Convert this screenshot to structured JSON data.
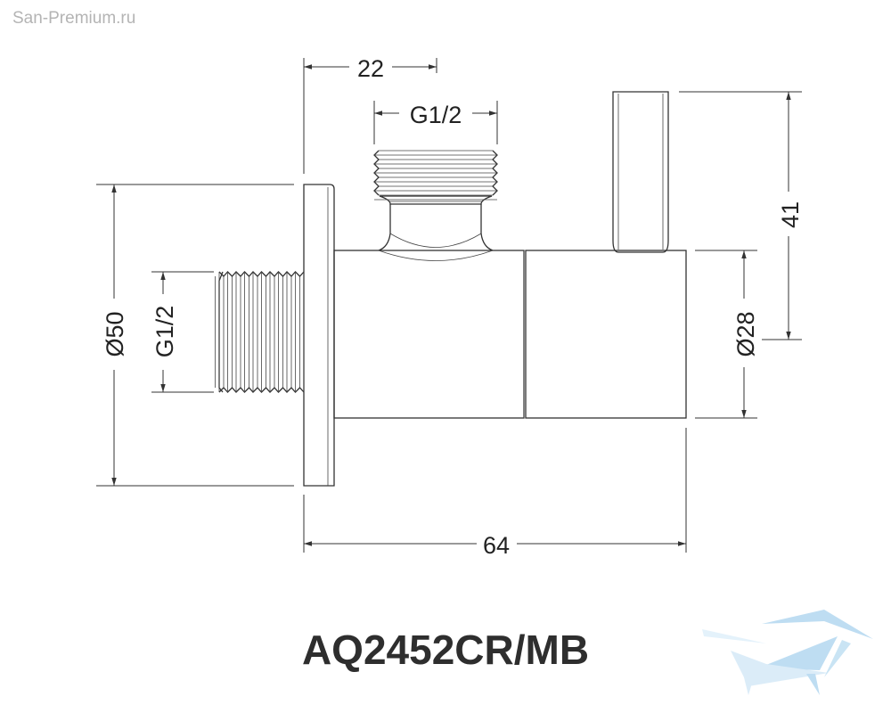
{
  "watermark": "San-Premium.ru",
  "product_code": "AQ2452CR/MB",
  "dimensions": {
    "top_offset": "22",
    "top_thread": "G1/2",
    "flange_diameter": "Ø50",
    "side_thread": "G1/2",
    "body_diameter": "Ø28",
    "handle_height": "41",
    "total_length": "64"
  },
  "colors": {
    "line": "#333333",
    "logo": "#bcdcf0"
  }
}
